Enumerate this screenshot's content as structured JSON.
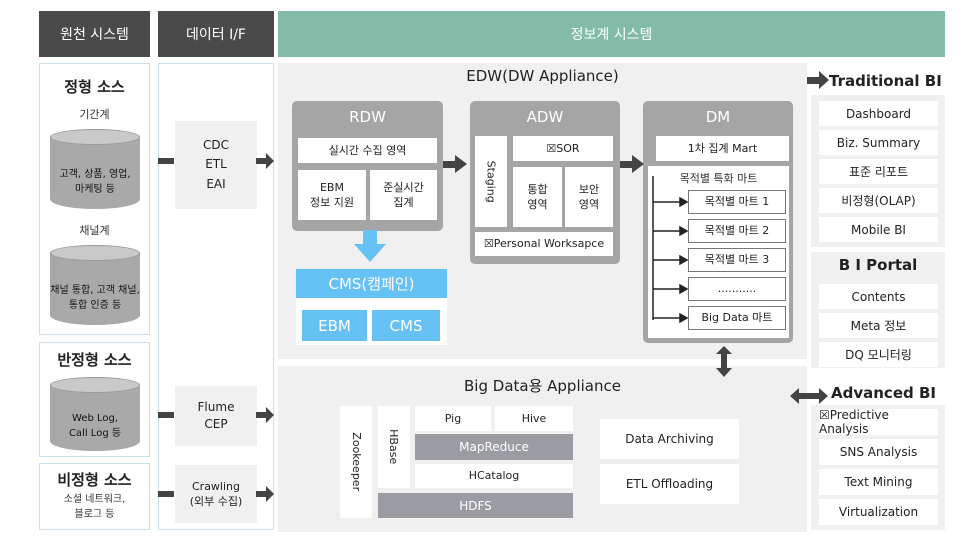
{
  "headers": {
    "source": "원천 시스템",
    "interface": "데이터 I/F",
    "info": "정보계 시스템"
  },
  "structured": {
    "title": "정형 소스",
    "group1_label": "기간계",
    "group1_items": "고객, 상품, 영업,\n마케팅 등",
    "group2_label": "채널계",
    "group2_items": "채널 통합, 고객 채널,\n통합 인증 등"
  },
  "semi": {
    "title": "반정형 소스",
    "items": "Web Log,\nCall Log 등"
  },
  "unstructured": {
    "title": "비정형 소스",
    "items": "소셜 네트워크,\n블로그 등"
  },
  "interface_boxes": {
    "cdc": "CDC\nETL\nEAI",
    "flume": "Flume\nCEP",
    "crawl": "Crawling\n(외부 수집)"
  },
  "edw": {
    "title": "EDW(DW Appliance)",
    "rdw": {
      "title": "RDW",
      "realtime": "실시간 수집 영역",
      "ebm": "EBM\n정보 지원",
      "nearreal": "준실시간\n집계"
    },
    "cms": {
      "title": "CMS(캠페인)",
      "ebm": "EBM",
      "cms": "CMS"
    },
    "adw": {
      "title": "ADW",
      "staging": "Staging",
      "sor": "☒SOR",
      "integrated": "통합\n영역",
      "security": "보안\n영역",
      "pws": "☒Personal Worksapce"
    },
    "dm": {
      "title": "DM",
      "mart1": "1차 집계 Mart",
      "special": "목적별 특화 마트",
      "marts": [
        "목적별 마트 1",
        "목적별 마트 2",
        "목적별 마트 3",
        "...........",
        "Big Data 마트"
      ]
    }
  },
  "bigdata": {
    "title": "Big Data용 Appliance",
    "zookeeper": "Zookeeper",
    "hbase": "HBase",
    "pig": "Pig",
    "hive": "Hive",
    "mapreduce": "MapReduce",
    "hcatalog": "HCatalog",
    "hdfs": "HDFS",
    "archiving": "Data Archiving",
    "offloading": "ETL Offloading"
  },
  "right": {
    "traditional": {
      "title": "Traditional BI",
      "items": [
        "Dashboard",
        "Biz. Summary",
        "표준 리포트",
        "비정형(OLAP)",
        "Mobile BI"
      ]
    },
    "portal": {
      "title": "B I Portal",
      "items": [
        "Contents",
        "Meta 정보",
        "DQ 모니터링"
      ]
    },
    "advanced": {
      "title": "Advanced BI",
      "items": [
        "☒Predictive Analysis",
        "SNS Analysis",
        "Text Mining",
        "Virtualization"
      ]
    }
  },
  "colors": {
    "teal": "#82bba7",
    "dark": "#4a4a4a",
    "blue": "#66c2f5",
    "gray": "#a5a5a5"
  }
}
